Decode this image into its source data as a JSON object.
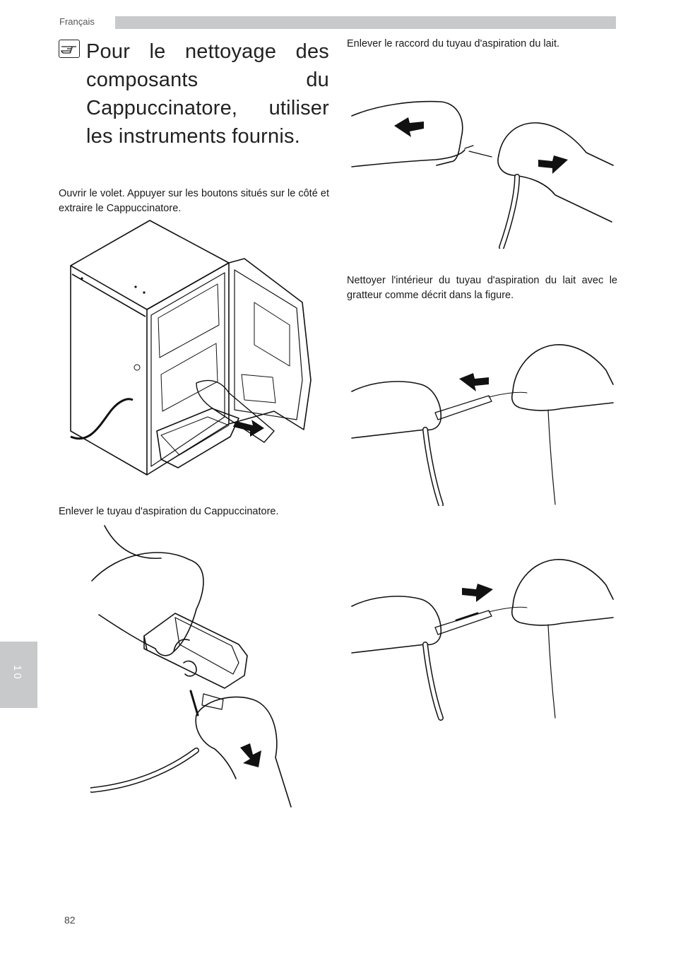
{
  "header": {
    "language": "Français",
    "bar_color": "#c8c9cb"
  },
  "note": {
    "icon": "pointing-hand-icon",
    "text": "Pour le nettoyage des composants du Cappuccinatore, utiliser les instruments fournis."
  },
  "steps": [
    {
      "caption": "Ouvrir le volet. Appuyer sur les boutons situés sur le côté et extraire le Cappuccinatore."
    },
    {
      "caption": "Enlever le tuyau d'aspiration du Cappuccinatore."
    },
    {
      "caption": "Enlever le raccord du tuyau d'aspiration du lait."
    },
    {
      "caption": "Nettoyer l'intérieur du tuyau d'aspiration du lait avec le gratteur comme décrit dans la figure."
    }
  ],
  "side_tab": {
    "label": "10"
  },
  "footer": {
    "page_number": "82"
  }
}
